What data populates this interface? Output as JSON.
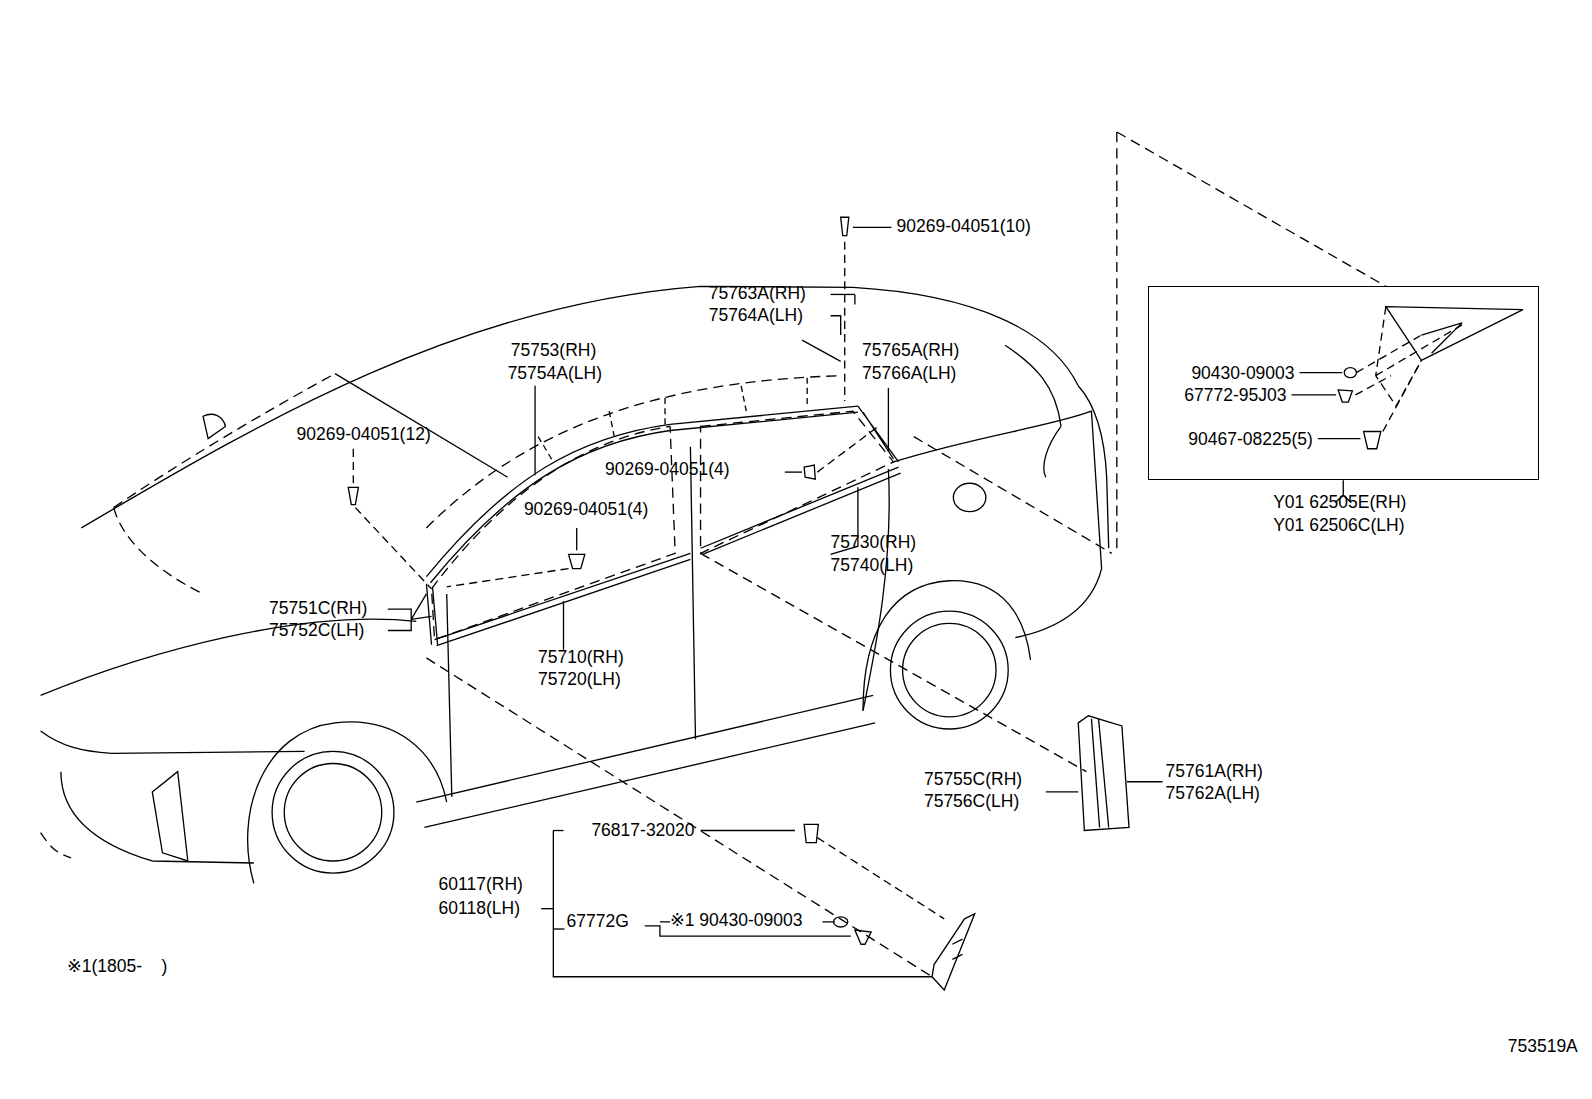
{
  "diagram": {
    "nodes": [
      {
        "text": [
          "90430-09003",
          "67772-95J03",
          "90467-08225(5)",
          "Y01 62505E(RH)",
          "Y01 62506C(LH)"
        ]
      }
    ],
    "labels": [
      "90269-04051(10)",
      "75763A(RH)",
      "75764A(LH)",
      "75753(RH)",
      "75754A(LH)",
      "75765A(RH)",
      "75766A(LH)",
      "90269-04051(12)",
      "90269-04051(4)",
      "90269-04051(4)",
      "75730(RH)",
      "75740(LH)",
      "75751C(RH)",
      "75752C(LH)",
      "75710(RH)",
      "75720(LH)",
      "75755C(RH)",
      "75756C(LH)",
      "75761A(RH)",
      "75762A(LH)",
      "76817-32020",
      "60117(RH)",
      "60118(LH)",
      "67772G",
      "※1 90430-09003",
      "※1(1805-    )",
      "753519A"
    ]
  }
}
